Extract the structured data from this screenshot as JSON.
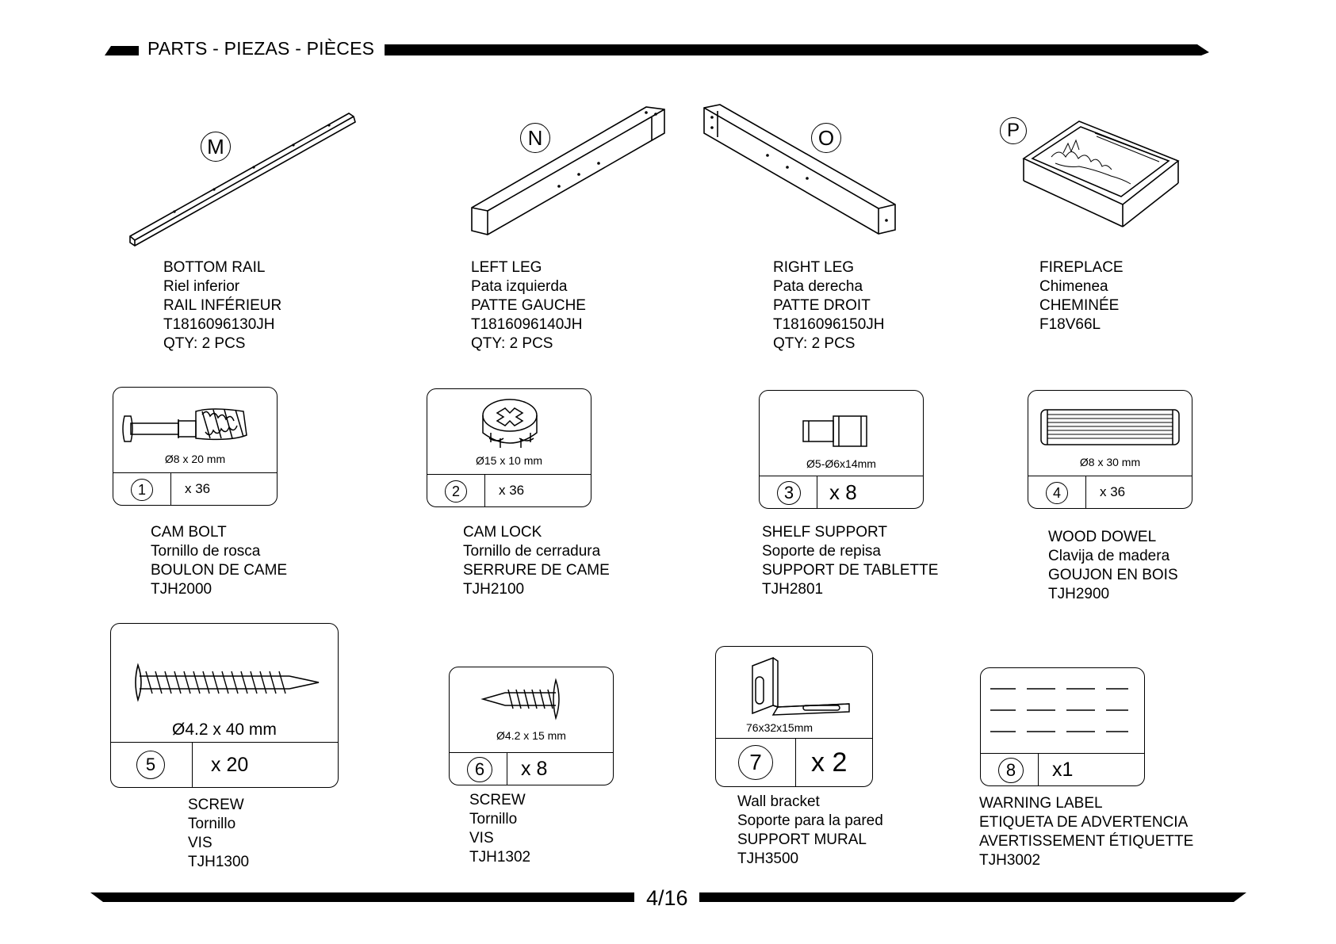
{
  "header": {
    "title": "PARTS - PIEZAS - PIÈCES"
  },
  "parts": [
    {
      "letter": "M",
      "lines": [
        "BOTTOM RAIL",
        "Riel inferior",
        "RAIL INFÉRIEUR",
        "T1816096130JH",
        "QTY: 2 PCS"
      ]
    },
    {
      "letter": "N",
      "lines": [
        "LEFT LEG",
        "Pata izquierda",
        "PATTE GAUCHE",
        "T1816096140JH",
        "QTY: 2 PCS"
      ]
    },
    {
      "letter": "O",
      "lines": [
        "RIGHT LEG",
        "Pata derecha",
        "PATTE DROIT",
        "T1816096150JH",
        "QTY: 2 PCS"
      ]
    },
    {
      "letter": "P",
      "lines": [
        "FIREPLACE",
        "Chimenea",
        "CHEMINÉE",
        "F18V66L"
      ]
    }
  ],
  "hardware": [
    {
      "num": "1",
      "dim": "Ø8 x 20 mm",
      "qty": "x 36",
      "lines": [
        "CAM BOLT",
        "Tornillo de rosca",
        "BOULON DE CAME",
        "TJH2000"
      ]
    },
    {
      "num": "2",
      "dim": "Ø15 x 10 mm",
      "qty": "x 36",
      "lines": [
        "CAM LOCK",
        "Tornillo de cerradura",
        "SERRURE DE CAME",
        "TJH2100"
      ]
    },
    {
      "num": "3",
      "dim": "Ø5-Ø6x14mm",
      "qty": "x 8",
      "lines": [
        "SHELF SUPPORT",
        "Soporte de repisa",
        "SUPPORT DE TABLETTE",
        "TJH2801"
      ]
    },
    {
      "num": "4",
      "dim": "Ø8 x 30 mm",
      "qty": "x 36",
      "lines": [
        "WOOD DOWEL",
        "Clavija de madera",
        "GOUJON EN BOIS",
        "TJH2900"
      ]
    },
    {
      "num": "5",
      "dim": "Ø4.2 x 40 mm",
      "qty": "x 20",
      "lines": [
        "SCREW",
        "Tornillo",
        "VIS",
        "TJH1300"
      ]
    },
    {
      "num": "6",
      "dim": "Ø4.2 x 15 mm",
      "qty": "x 8",
      "lines": [
        "SCREW",
        "Tornillo",
        "VIS",
        "TJH1302"
      ]
    },
    {
      "num": "7",
      "dim": "76x32x15mm",
      "qty": "x 2",
      "lines": [
        "Wall bracket",
        "Soporte para la pared",
        "SUPPORT MURAL",
        "TJH3500"
      ]
    },
    {
      "num": "8",
      "dim": "",
      "qty": "x1",
      "lines": [
        "WARNING LABEL",
        "ETIQUETA DE ADVERTENCIA",
        "AVERTISSEMENT ÉTIQUETTE",
        "TJH3002"
      ]
    }
  ],
  "footer": {
    "page": "4/16"
  }
}
